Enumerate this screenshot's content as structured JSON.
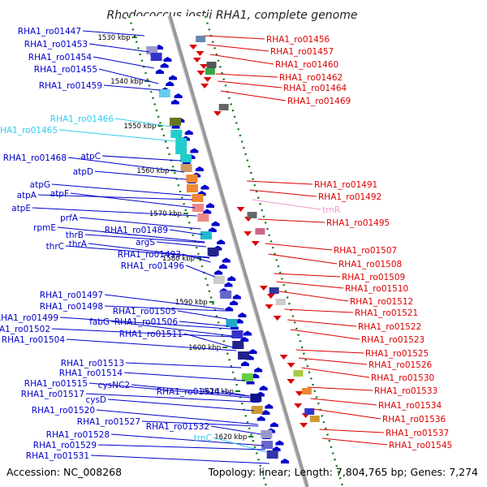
{
  "title": "Rhodococcus jostii RHA1, complete genome",
  "accession": "Accession: NC_008268",
  "topology": "Topology: linear; Length: 7,804,765 bp; Genes: 7,274",
  "colors": {
    "left_gene": "#0000cc",
    "left_rna": "#33ccee",
    "right_gene": "#dd0000",
    "right_rna": "#ee99cc",
    "backbone": "#999999",
    "tick": "#117711"
  },
  "scale_marks": [
    "1530 kbp",
    "1540 kbp",
    "1550 kbp",
    "1560 kbp",
    "1570 kbp",
    "1580 kbp",
    "1590 kbp",
    "1600 kbp",
    "1610 kbp",
    "1620 kbp"
  ],
  "left_labels": [
    {
      "text": "RHA1_ro01447",
      "kind": "gene"
    },
    {
      "text": "RHA1_ro01453",
      "kind": "gene"
    },
    {
      "text": "RHA1_ro01454",
      "kind": "gene"
    },
    {
      "text": "RHA1_ro01455",
      "kind": "gene"
    },
    {
      "text": "RHA1_ro01459",
      "kind": "gene"
    },
    {
      "text": "RHA1_ro01466",
      "kind": "rna"
    },
    {
      "text": "RHA1_ro01465",
      "kind": "rna"
    },
    {
      "text": "RHA1_ro01468",
      "kind": "gene"
    },
    {
      "text": "atpC",
      "kind": "gene"
    },
    {
      "text": "atpD",
      "kind": "gene"
    },
    {
      "text": "atpG",
      "kind": "gene"
    },
    {
      "text": "atpF",
      "kind": "gene"
    },
    {
      "text": "atpA",
      "kind": "gene"
    },
    {
      "text": "atpE",
      "kind": "gene"
    },
    {
      "text": "prfA",
      "kind": "gene"
    },
    {
      "text": "rpmE",
      "kind": "gene"
    },
    {
      "text": "RHA1_ro01489",
      "kind": "gene"
    },
    {
      "text": "thrB",
      "kind": "gene"
    },
    {
      "text": "thrC",
      "kind": "gene"
    },
    {
      "text": "thrA",
      "kind": "gene"
    },
    {
      "text": "argS",
      "kind": "gene"
    },
    {
      "text": "RHA1_ro01493",
      "kind": "gene"
    },
    {
      "text": "RHA1_ro01496",
      "kind": "gene"
    },
    {
      "text": "RHA1_ro01497",
      "kind": "gene"
    },
    {
      "text": "RHA1_ro01498",
      "kind": "gene"
    },
    {
      "text": "RHA1_ro01505",
      "kind": "gene"
    },
    {
      "text": "RHA1_ro01499",
      "kind": "gene"
    },
    {
      "text": "fabG",
      "kind": "gene"
    },
    {
      "text": "RHA1_ro01506",
      "kind": "gene"
    },
    {
      "text": "RHA1_ro01502",
      "kind": "gene"
    },
    {
      "text": "RHA1_ro01504",
      "kind": "gene"
    },
    {
      "text": "RHA1_ro01511",
      "kind": "gene"
    },
    {
      "text": "RHA1_ro01513",
      "kind": "gene"
    },
    {
      "text": "RHA1_ro01514",
      "kind": "gene"
    },
    {
      "text": "cysNC2",
      "kind": "gene"
    },
    {
      "text": "RHA1_ro01515",
      "kind": "gene"
    },
    {
      "text": "RHA1_ro01524",
      "kind": "gene"
    },
    {
      "text": "RHA1_ro01517",
      "kind": "gene"
    },
    {
      "text": "cysD",
      "kind": "gene"
    },
    {
      "text": "RHA1_ro01520",
      "kind": "gene"
    },
    {
      "text": "RHA1_ro01527",
      "kind": "gene"
    },
    {
      "text": "RHA1_ro01532",
      "kind": "gene"
    },
    {
      "text": "RHA1_ro01528",
      "kind": "gene"
    },
    {
      "text": "trnC",
      "kind": "rna"
    },
    {
      "text": "RHA1_ro01529",
      "kind": "gene"
    },
    {
      "text": "RHA1_ro01531",
      "kind": "gene"
    }
  ],
  "right_labels": [
    {
      "text": "RHA1_ro01456",
      "kind": "gene"
    },
    {
      "text": "RHA1_ro01457",
      "kind": "gene"
    },
    {
      "text": "RHA1_ro01460",
      "kind": "gene"
    },
    {
      "text": "RHA1_ro01462",
      "kind": "gene"
    },
    {
      "text": "RHA1_ro01464",
      "kind": "gene"
    },
    {
      "text": "RHA1_ro01469",
      "kind": "gene"
    },
    {
      "text": "RHA1_ro01491",
      "kind": "gene"
    },
    {
      "text": "RHA1_ro01492",
      "kind": "gene"
    },
    {
      "text": "trnR",
      "kind": "rna"
    },
    {
      "text": "RHA1_ro01495",
      "kind": "gene"
    },
    {
      "text": "RHA1_ro01507",
      "kind": "gene"
    },
    {
      "text": "RHA1_ro01508",
      "kind": "gene"
    },
    {
      "text": "RHA1_ro01509",
      "kind": "gene"
    },
    {
      "text": "RHA1_ro01510",
      "kind": "gene"
    },
    {
      "text": "RHA1_ro01512",
      "kind": "gene"
    },
    {
      "text": "RHA1_ro01521",
      "kind": "gene"
    },
    {
      "text": "RHA1_ro01522",
      "kind": "gene"
    },
    {
      "text": "RHA1_ro01523",
      "kind": "gene"
    },
    {
      "text": "RHA1_ro01525",
      "kind": "gene"
    },
    {
      "text": "RHA1_ro01526",
      "kind": "gene"
    },
    {
      "text": "RHA1_ro01530",
      "kind": "gene"
    },
    {
      "text": "RHA1_ro01533",
      "kind": "gene"
    },
    {
      "text": "RHA1_ro01534",
      "kind": "gene"
    },
    {
      "text": "RHA1_ro01536",
      "kind": "gene"
    },
    {
      "text": "RHA1_ro01537",
      "kind": "gene"
    },
    {
      "text": "RHA1_ro01545",
      "kind": "gene"
    }
  ]
}
